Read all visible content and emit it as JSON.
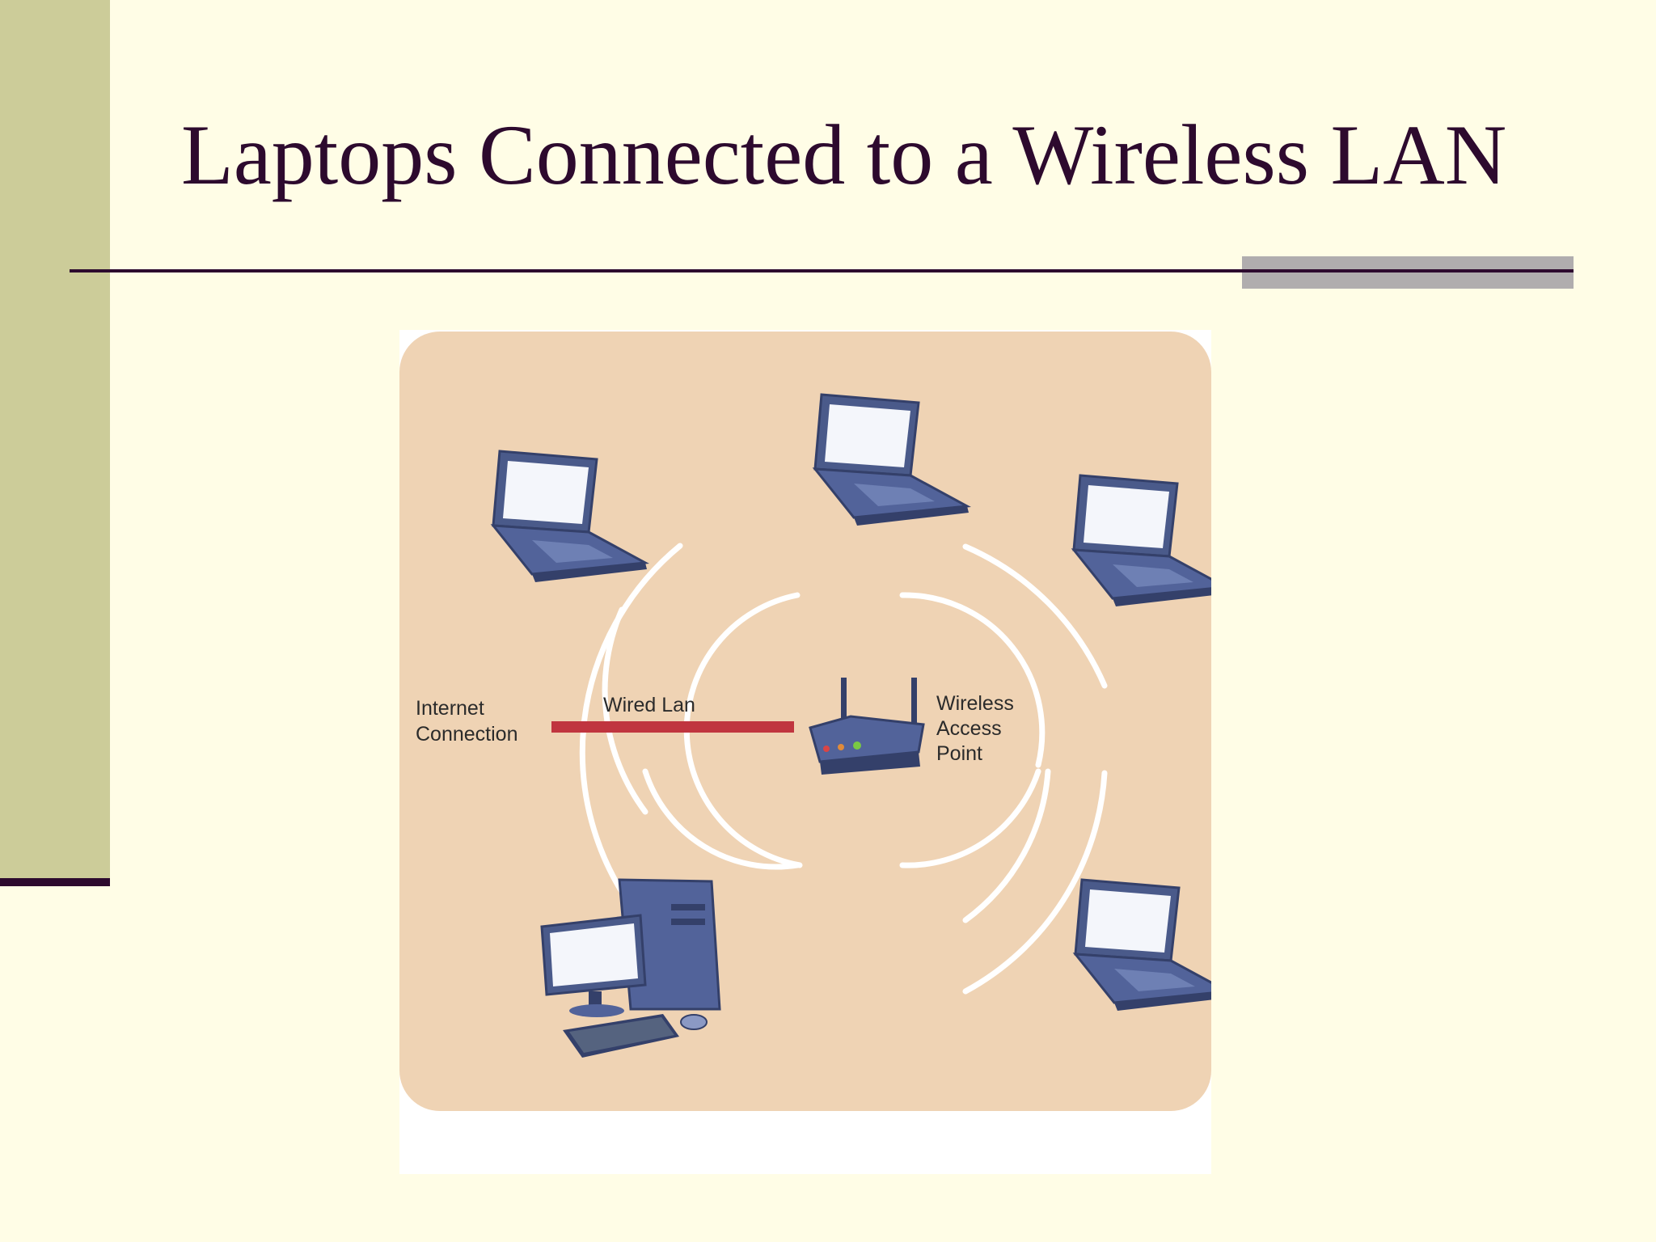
{
  "slide": {
    "title": "Laptops Connected to a Wireless LAN"
  },
  "diagram": {
    "labels": {
      "internet_line1": "Internet",
      "internet_line2": "Connection",
      "wired_lan": "Wired Lan",
      "ap_line1": "Wireless",
      "ap_line2": "Access",
      "ap_line3": "Point"
    },
    "nodes": [
      "laptop",
      "laptop",
      "laptop",
      "laptop",
      "desktop-computer",
      "wireless-access-point"
    ],
    "colors": {
      "background_panel": "#efd3b4",
      "wired_link": "#c0353f",
      "device": "#4a5a8a",
      "screen": "#f4f6fb",
      "signal_waves": "#ffffff"
    }
  }
}
